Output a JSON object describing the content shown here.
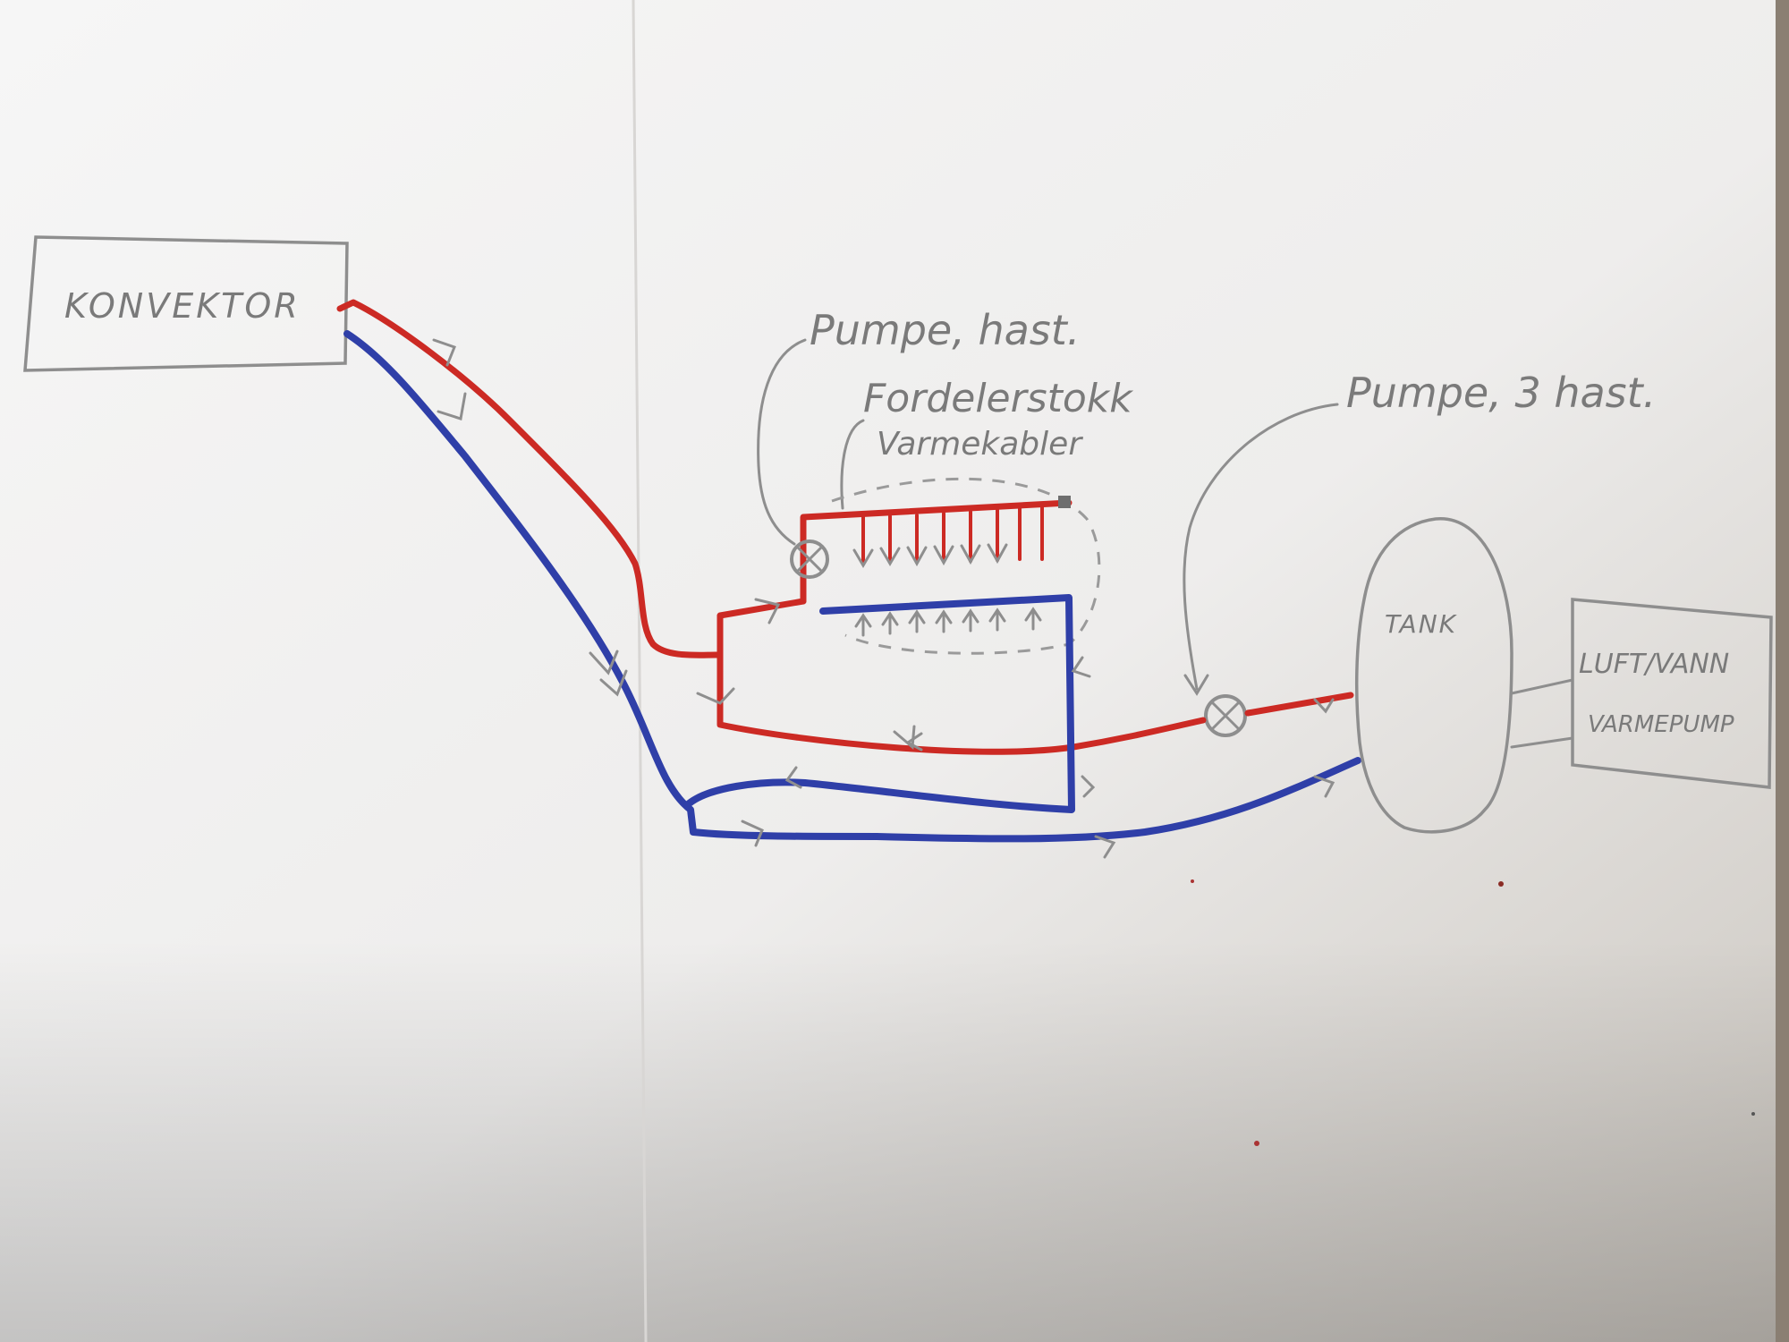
{
  "colors": {
    "supply_pipe": "#cc2a24",
    "return_pipe": "#2f3fa8",
    "pencil": "#8e8e8e",
    "paper": "#f3f2f1"
  },
  "labels": {
    "konvektor": "KONVEKTOR",
    "pump_annotation": "Pumpe, hast.",
    "manifold_annotation_line1": "Fordelerstokk",
    "manifold_annotation_line2": "Varmekabler",
    "pump3_annotation": "Pumpe, 3 hast.",
    "tank": "TANK",
    "heatpump_line1": "LUFT/VANN",
    "heatpump_line2": "VARMEPUMP"
  }
}
